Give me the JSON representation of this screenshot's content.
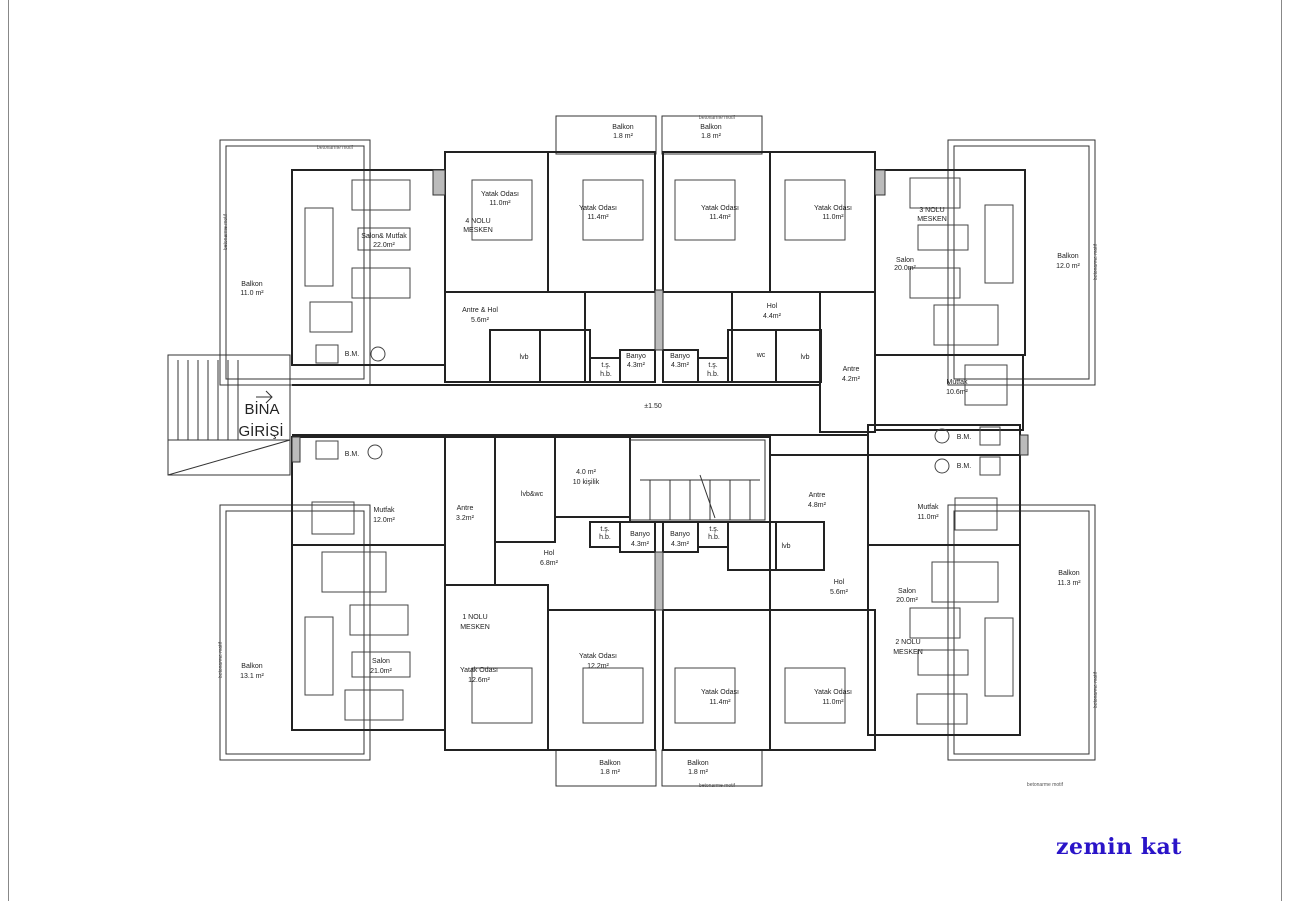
{
  "plan": {
    "title": "zemin kat",
    "entrance": {
      "line1": "BİNA",
      "line2": "GİRİŞİ"
    },
    "level_mark": "±1.50",
    "motif_label": "betonarme motif",
    "units": {
      "u4": {
        "line1": "4 NOLU",
        "line2": "MESKEN"
      },
      "u3": {
        "line1": "3 NOLU",
        "line2": "MESKEN"
      },
      "u1": {
        "line1": "1 NOLU",
        "line2": "MESKEN"
      },
      "u2": {
        "line1": "2 NOLU",
        "line2": "MESKEN"
      }
    },
    "rooms": {
      "tl_balkon": {
        "name": "Balkon",
        "area": "11.0 m²"
      },
      "tl_salon": {
        "name": "Salon& Mutfak",
        "area": "22.0m²"
      },
      "tl_yatak1": {
        "name": "Yatak Odası",
        "area": "11.0m²"
      },
      "tl_yatak2": {
        "name": "Yatak Odası",
        "area": "11.4m²"
      },
      "tl_balkon_small": {
        "name": "Balkon",
        "area": "1.8 m²"
      },
      "tl_antre": {
        "name": "Antre & Hol",
        "area": "5.6m²"
      },
      "tl_lvb": {
        "name": "lvb"
      },
      "tl_tsh": {
        "name": "t.ş.",
        "sub": "h.b."
      },
      "tl_banyo": {
        "name": "Banyo",
        "area": "4.3m²"
      },
      "tr_balkon_small": {
        "name": "Balkon",
        "area": "1.8 m²"
      },
      "tr_yatak1": {
        "name": "Yatak Odası",
        "area": "11.4m²"
      },
      "tr_yatak2": {
        "name": "Yatak Odası",
        "area": "11.0m²"
      },
      "tr_salon": {
        "name": "Salon",
        "area": "20.0m²"
      },
      "tr_balkon": {
        "name": "Balkon",
        "area": "12.0 m²"
      },
      "tr_hol": {
        "name": "Hol",
        "area": "4.4m²"
      },
      "tr_banyo": {
        "name": "Banyo",
        "area": "4.3m²"
      },
      "tr_tsh": {
        "name": "t.ş.",
        "sub": "h.b."
      },
      "tr_wc": {
        "name": "wc"
      },
      "tr_lvb": {
        "name": "lvb"
      },
      "tr_antre": {
        "name": "Antre",
        "area": "4.2m²"
      },
      "tr_mutfak": {
        "name": "Mutfak",
        "area": "10.6m²"
      },
      "shelter": {
        "area": "4.0 m²",
        "capacity": "10 kişilik"
      },
      "bl_mutfak": {
        "name": "Mutfak",
        "area": "12.0m²"
      },
      "bl_antre": {
        "name": "Antre",
        "area": "3.2m²"
      },
      "bl_lvbwc": {
        "name": "lvb&wc"
      },
      "bl_hol": {
        "name": "Hol",
        "area": "6.8m²"
      },
      "bl_tsh": {
        "name": "t.ş.",
        "sub": "h.b."
      },
      "bl_banyo": {
        "name": "Banyo",
        "area": "4.3m²"
      },
      "bl_salon": {
        "name": "Salon",
        "area": "21.0m²"
      },
      "bl_balkon": {
        "name": "Balkon",
        "area": "13.1 m²"
      },
      "bl_yatak1": {
        "name": "Yatak Odası",
        "area": "12.6m²"
      },
      "bl_yatak2": {
        "name": "Yatak Odası",
        "area": "12.2m²"
      },
      "bl_balkon_small": {
        "name": "Balkon",
        "area": "1.8 m²"
      },
      "br_banyo": {
        "name": "Banyo",
        "area": "4.3m²"
      },
      "br_tsh": {
        "name": "t.ş.",
        "sub": "h.b."
      },
      "br_lvb": {
        "name": "lvb"
      },
      "br_antre": {
        "name": "Antre",
        "area": "4.8m²"
      },
      "br_hol": {
        "name": "Hol",
        "area": "5.6m²"
      },
      "br_mutfak": {
        "name": "Mutfak",
        "area": "11.0m²"
      },
      "br_salon": {
        "name": "Salon",
        "area": "20.0m²"
      },
      "br_balkon": {
        "name": "Balkon",
        "area": "11.3 m²"
      },
      "br_yatak1": {
        "name": "Yatak Odası",
        "area": "11.4m²"
      },
      "br_yatak2": {
        "name": "Yatak Odası",
        "area": "11.0m²"
      },
      "br_balkon_small": {
        "name": "Balkon",
        "area": "1.8 m²"
      }
    },
    "appliance_label": "B.M."
  }
}
